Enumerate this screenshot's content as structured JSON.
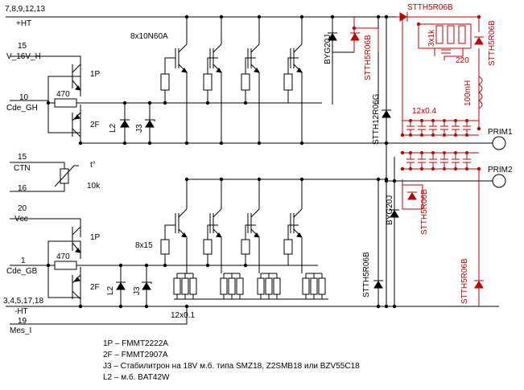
{
  "pins": {
    "hv_plus_pins": "7,8,9,12,13",
    "hv_plus_label": "+HT",
    "v16_pin": "15",
    "v16_label": "V_16V_H",
    "cde_gh_pin": "10",
    "cde_gh_label": "Cde_GH",
    "ctn_pin": "15",
    "ctn_label": "CTN",
    "ctn_pin2": "16",
    "vcc_pin": "20",
    "vcc_label": "Vcc",
    "cde_gb_pin": "1",
    "cde_gb_label": "Cde_GB",
    "hv_minus_pins": "3,4,5,17,18",
    "hv_minus_label": "-HT",
    "mes_pin": "19",
    "mes_label": "Mes_I"
  },
  "components": {
    "transistors": "8x10N60A",
    "r470_top": "470",
    "r470_bot": "470",
    "q1p_top": "1P",
    "q2f_top": "2F",
    "q1p_bot": "1P",
    "q2f_bot": "2F",
    "l2_top": "L2",
    "j3_top": "J3",
    "l2_bot": "L2",
    "j3_bot": "J3",
    "ntc_t": "t°",
    "ntc_val": "10k",
    "r8x15": "8x15",
    "shunt": "12x0.1",
    "byg_top": "BYG20J",
    "byg_bot": "BYG20J",
    "stth12": "STTH12R06G",
    "stth5_bot_left": "STTH5R06B",
    "prim1": "PRIM1",
    "prim2": "PRIM2"
  },
  "red_components": {
    "stth5_top": "STTH5R06B",
    "stth5_top_left": "STTH5R06B",
    "stth5_right": "STTH5R06B",
    "stth5_mid": "STTH5R06B",
    "stth5_bot_right": "STTH5R06B",
    "r3x1k": "3x1k",
    "c220": "220",
    "l100mh": "100mH",
    "c12x04": "12x0.4"
  },
  "legend": [
    "1P – FMMT2222A",
    "2F – FMMT2907A",
    "J3 – Стабилитрон на 18V м.б. типа SMZ18, Z2SMB18 или BZV55C18",
    "L2 – м.б. BAT42W"
  ],
  "colors": {
    "ink": "#000000",
    "added_parts": "#c00000",
    "background": "#ffffff"
  }
}
